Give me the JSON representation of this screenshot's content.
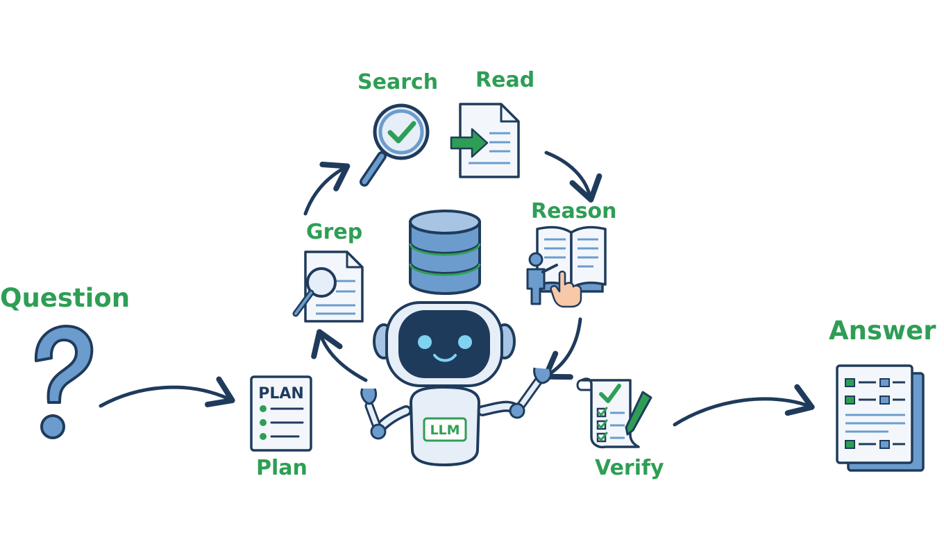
{
  "diagram": {
    "steps": {
      "question": "Question",
      "plan": "Plan",
      "grep": "Grep",
      "search": "Search",
      "read": "Read",
      "reason": "Reason",
      "verify": "Verify",
      "answer": "Answer"
    },
    "plan_doc_heading": "PLAN",
    "robot_badge": "LLM"
  },
  "colors": {
    "label_green": "#2e9e55",
    "outline_navy": "#1f3b5c",
    "icon_blue": "#6b9ccd",
    "icon_light_blue": "#e6eef8",
    "arrow_navy": "#1f3b5c"
  },
  "icons": [
    "question-mark-icon",
    "plan-document-icon",
    "grep-document-icon",
    "search-magnifier-icon",
    "read-document-icon",
    "database-icon",
    "reason-book-icon",
    "verify-checklist-icon",
    "answer-report-icon",
    "llm-robot-icon"
  ]
}
